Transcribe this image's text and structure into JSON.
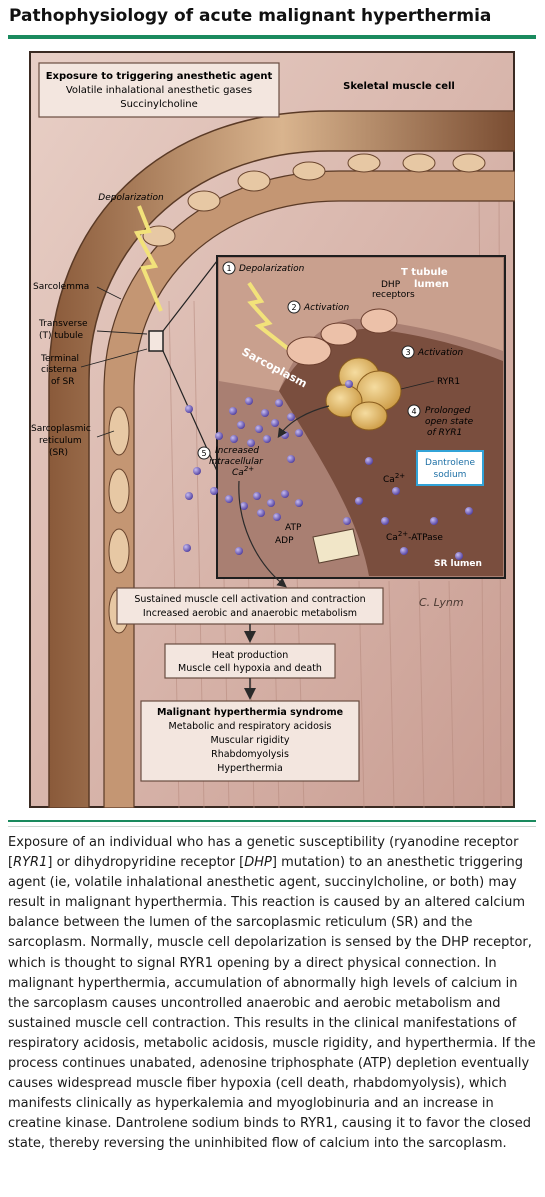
{
  "title": "Pathophysiology of acute malignant hyperthermia",
  "diagram": {
    "trigger_box": {
      "heading": "Exposure to triggering anesthetic agent",
      "line1": "Volatile inhalational anesthetic gases",
      "line2": "Succinylcholine"
    },
    "skeletal_muscle_cell": "Skeletal muscle cell",
    "depolarization": "Depolarization",
    "left_labels": {
      "sarcolemma": "Sarcolemma",
      "t_tubule_1": "Transverse",
      "t_tubule_2": "(T) tubule",
      "terminal_1": "Terminal",
      "terminal_2": "cisterna",
      "terminal_3": "of SR",
      "sr_1": "Sarcoplasmic",
      "sr_2": "reticulum",
      "sr_3": "(SR)"
    },
    "inset": {
      "step1_num": "1",
      "step1": "Depolarization",
      "step2_num": "2",
      "step2": "Activation",
      "step3_num": "3",
      "step3": "Activation",
      "step4_num": "4",
      "step4_1": "Prolonged",
      "step4_2": "open state",
      "step4_3": "of RYR1",
      "step5_num": "5",
      "step5_1": "Increased",
      "step5_2": "intracellular",
      "step5_3": "Ca",
      "t_tubule_lumen_1": "T tubule",
      "t_tubule_lumen_2": "lumen",
      "dhp_1": "DHP",
      "dhp_2": "receptors",
      "ryr1": "RYR1",
      "sarcoplasm": "Sarcoplasm",
      "ca": "Ca",
      "ca_charge": "2+",
      "dantrolene_1": "Dantrolene",
      "dantrolene_2": "sodium",
      "atp": "ATP",
      "adp": "ADP",
      "ca_atpase": "Ca",
      "ca_atpase_suffix": "-ATPase",
      "sr_lumen": "SR lumen"
    },
    "signature": "C. Lynm",
    "flow_box1": {
      "line1": "Sustained muscle cell activation and contraction",
      "line2": "Increased aerobic and anaerobic metabolism"
    },
    "flow_box2": {
      "line1": "Heat production",
      "line2": "Muscle cell hypoxia and death"
    },
    "flow_box3": {
      "heading": "Malignant hyperthermia syndrome",
      "line1": "Metabolic and respiratory acidosis",
      "line2": "Muscular rigidity",
      "line3": "Rhabdomyolysis",
      "line4": "Hyperthermia"
    },
    "colors": {
      "muscle_bg": "#d9b3a9",
      "box_fill": "#f3e6df",
      "accent_rule": "#1a8a5e",
      "calcium": "#6e5bb8",
      "dantrolene_border": "#31a3d8"
    }
  },
  "caption": {
    "t1": "Exposure of an individual who has a genetic susceptibility (ryanodine receptor [",
    "i1": "RYR1",
    "t2": "] or dihydropyridine receptor [",
    "i2": "DHP",
    "t3": "] mutation) to an anesthetic triggering agent (ie, volatile inhalational anesthetic agent, succinylcholine, or both) may result in malignant hyperthermia. This reaction is caused by an altered calcium balance between the lumen of the sarcoplasmic reticulum (SR) and the sarcoplasm. Normally, muscle cell depolarization is sensed by the DHP receptor, which is thought to signal RYR1 opening by a direct physical connection. In malignant hyperthermia, accumulation of abnormally high levels of calcium in the sarcoplasm causes uncontrolled anaerobic and aerobic metabolism and sustained muscle cell contraction. This results in the clinical manifestations of respiratory acidosis, metabolic acidosis, muscle rigidity, and hyperthermia. If the process continues unabated, adenosine triphosphate (ATP) depletion eventually causes widespread muscle fiber hypoxia (cell death, rhabdomyolysis), which manifests clinically as hyperkalemia and myoglobinuria and an increase in creatine kinase. Dantrolene sodium binds to RYR1, causing it to favor the closed state, thereby reversing the uninhibited flow of calcium into the sarcoplasm."
  }
}
